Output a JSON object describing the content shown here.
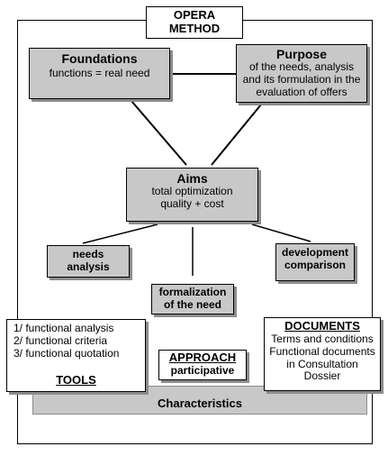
{
  "header": {
    "line1": "OPERA",
    "line2": "METHOD"
  },
  "foundations": {
    "title": "Foundations",
    "text": "functions = real need"
  },
  "purpose": {
    "title": "Purpose",
    "lines": [
      "of the needs, analysis",
      "and its formulation in the",
      "evaluation of offers"
    ]
  },
  "aims": {
    "title": "Aims",
    "lines": [
      "total optimization",
      "quality + cost"
    ]
  },
  "needs_analysis": {
    "lines": [
      "needs",
      "analysis"
    ]
  },
  "formalization": {
    "lines": [
      "formalization",
      "of the need"
    ]
  },
  "development": {
    "lines": [
      "development",
      "comparison"
    ]
  },
  "tools": {
    "items": [
      "1/ functional analysis",
      "2/ functional criteria",
      "3/ functional quotation"
    ],
    "label": "TOOLS"
  },
  "approach": {
    "title": "APPROACH",
    "text": "participative"
  },
  "documents": {
    "title": "DOCUMENTS",
    "lines": [
      "Terms and conditions",
      "Functional documents",
      "in Consultation",
      "Dossier"
    ]
  },
  "characteristics": {
    "label": "Characteristics"
  },
  "colors": {
    "box_fill": "#c8c8c8",
    "shadow": "#8c8c8c",
    "line": "#000000"
  }
}
